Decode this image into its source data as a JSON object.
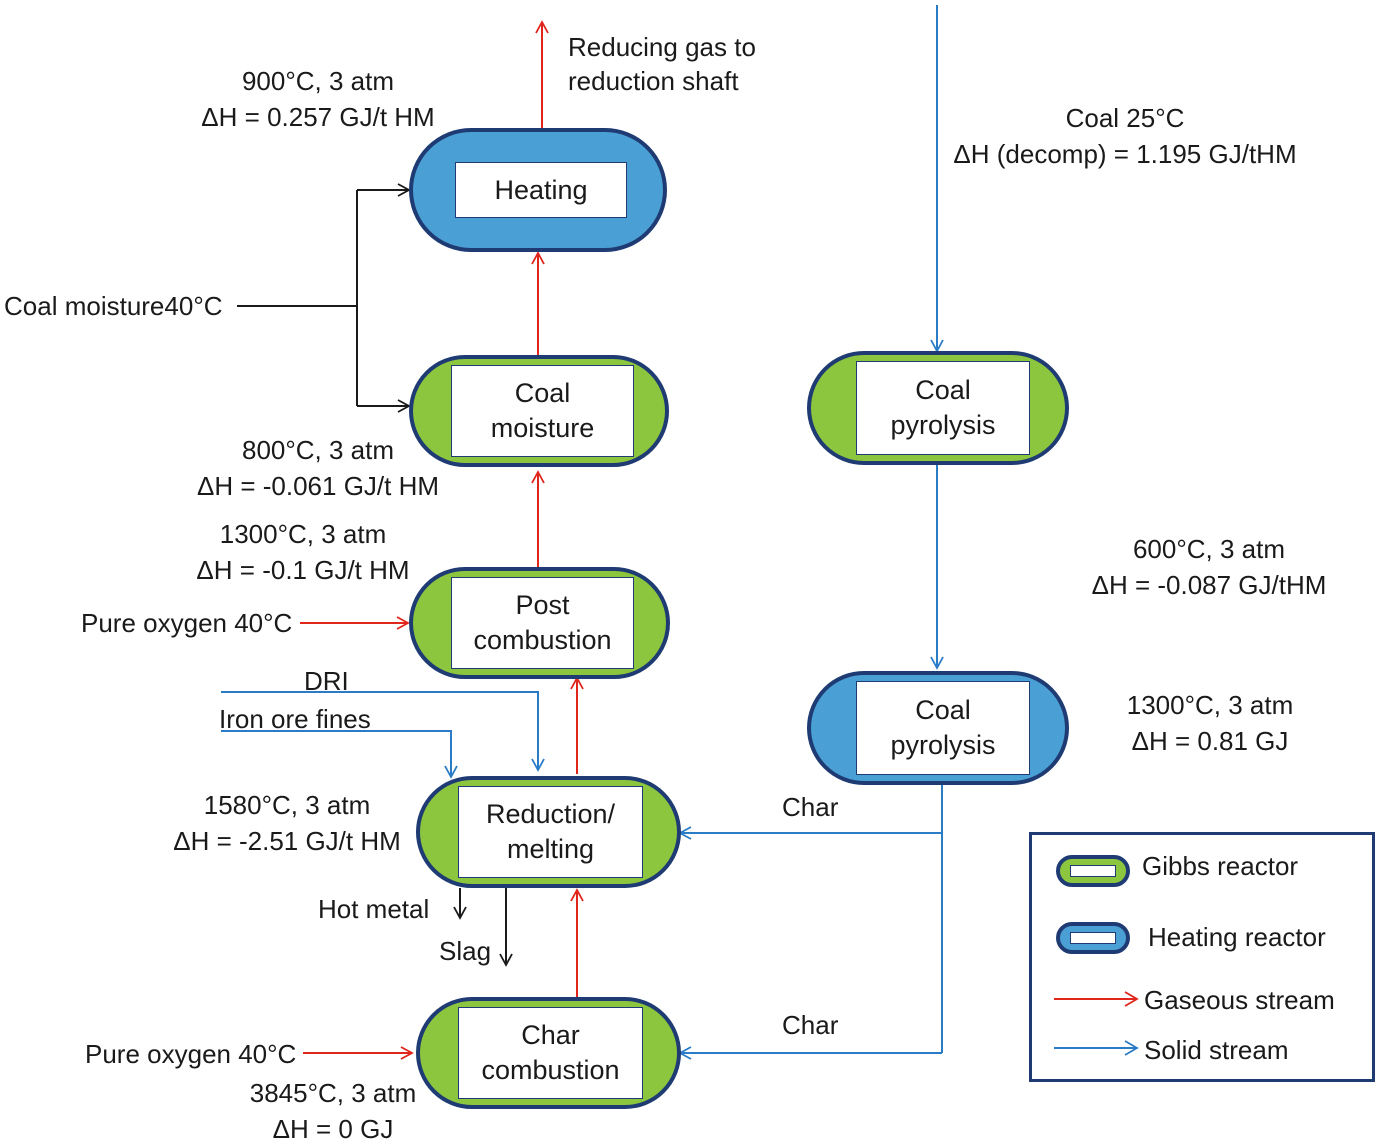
{
  "colors": {
    "gibbs": "#8cc63f",
    "heating": "#4a9fd4",
    "border": "#1f3b73",
    "gas": "#e0261b",
    "solid": "#2a7cc7",
    "other": "#1a1a1a"
  },
  "reactors": {
    "heating": [
      "Heating"
    ],
    "coal_moisture": [
      "Coal",
      "moisture"
    ],
    "post_combustion": [
      "Post",
      "combustion"
    ],
    "reduction": [
      "Reduction/",
      "melting"
    ],
    "char_combustion": [
      "Char",
      "combustion"
    ],
    "pyrolysis_1": [
      "Coal",
      "pyrolysis"
    ],
    "pyrolysis_2": [
      "Coal",
      "pyrolysis"
    ]
  },
  "labels": {
    "reducing_gas": [
      "Reducing gas to",
      "reduction shaft"
    ],
    "heating_cond": [
      "900°C, 3 atm",
      "ΔH = 0.257 GJ/t HM"
    ],
    "coal_moisture_in": "Coal moisture40°C",
    "moisture_cond": [
      "800°C, 3 atm",
      "ΔH = -0.061 GJ/t HM"
    ],
    "post_cond": [
      "1300°C, 3 atm",
      "ΔH = -0.1 GJ/t HM"
    ],
    "oxygen_1": "Pure oxygen 40°C",
    "dri": "DRI",
    "iron_ore": "Iron ore fines",
    "reduction_cond": [
      "1580°C, 3 atm",
      "ΔH = -2.51 GJ/t HM"
    ],
    "hot_metal": "Hot metal",
    "slag": "Slag",
    "oxygen_2": "Pure oxygen 40°C",
    "char_cond": [
      "3845°C, 3 atm",
      "ΔH = 0 GJ"
    ],
    "coal_in": [
      "Coal 25°C",
      "ΔH (decomp) = 1.195 GJ/tHM"
    ],
    "pyro1_cond": [
      "600°C, 3 atm",
      "ΔH = -0.087 GJ/tHM"
    ],
    "pyro2_cond": [
      "1300°C, 3 atm",
      "ΔH = 0.81 GJ"
    ],
    "char_1": "Char",
    "char_2": "Char"
  },
  "legend": {
    "gibbs": "Gibbs reactor",
    "heating": "Heating reactor",
    "gas": "Gaseous stream",
    "solid": "Solid stream"
  }
}
